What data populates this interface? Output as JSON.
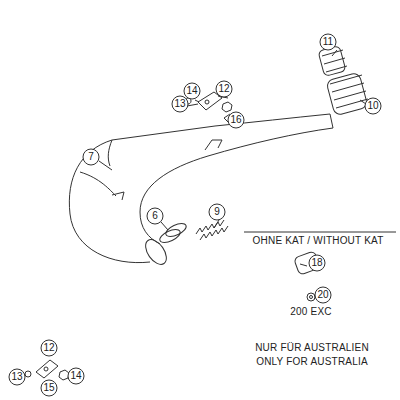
{
  "diagram": {
    "labels": [
      "14",
      "12",
      "13",
      "16",
      "11",
      "10",
      "7",
      "6",
      "9",
      "18",
      "12",
      "13",
      "14",
      "15",
      "OHNE KAT / WITHOUT KAT",
      "20",
      "200 EXC",
      "NUR FÜR AUSTRALIEN",
      "ONLY FOR AUSTRALIA"
    ]
  }
}
